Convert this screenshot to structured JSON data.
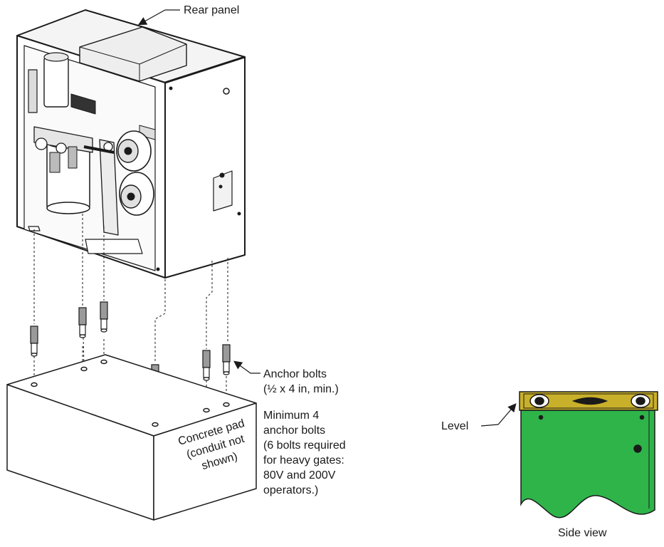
{
  "labels": {
    "rear_panel": "Rear panel",
    "anchor_bolts": [
      "Anchor bolts",
      "(½ x 4 in, min.)"
    ],
    "minimum_note": [
      "Minimum 4",
      "anchor bolts",
      "(6 bolts required",
      "for heavy gates:",
      "80V and 200V",
      "operators.)"
    ],
    "concrete_pad": [
      "Concrete pad",
      "(conduit not",
      "shown)"
    ],
    "level": "Level",
    "side_view": "Side view"
  },
  "colors": {
    "line": "#1a1a1a",
    "panel_green": "#2fb44a",
    "level_yellow": "#c9b02a",
    "cabinet_fill": "#ffffff"
  }
}
